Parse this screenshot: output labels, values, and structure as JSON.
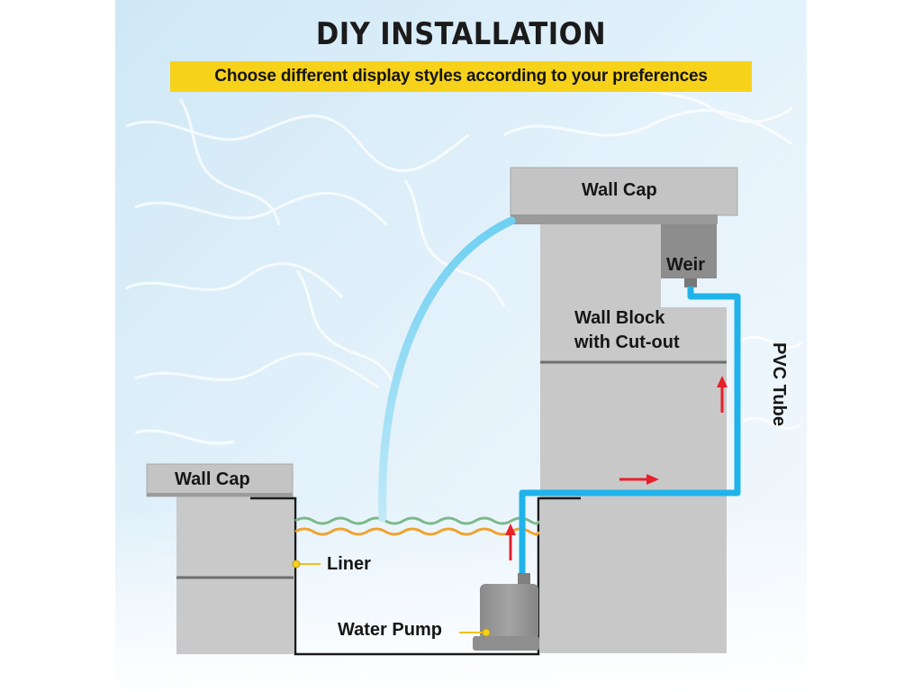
{
  "title": "DIY INSTALLATION",
  "subtitle": "Choose different display styles according to your preferences",
  "labels": {
    "wall_cap_top": "Wall Cap",
    "weir": "Weir",
    "wall_block_line1": "Wall Block",
    "wall_block_line2": "with Cut-out",
    "pvc_tube": "PVC Tube",
    "wall_cap_left": "Wall Cap",
    "liner": "Liner",
    "water_pump": "Water Pump"
  },
  "colors": {
    "water": "#29b6e6",
    "tube": "#1fb3ea",
    "arrow": "#e8202a",
    "banner": "#f7d21b",
    "stone": "#c9c9c9",
    "liner_gold": "#f0a22e",
    "liner_green": "#7cb98a"
  }
}
